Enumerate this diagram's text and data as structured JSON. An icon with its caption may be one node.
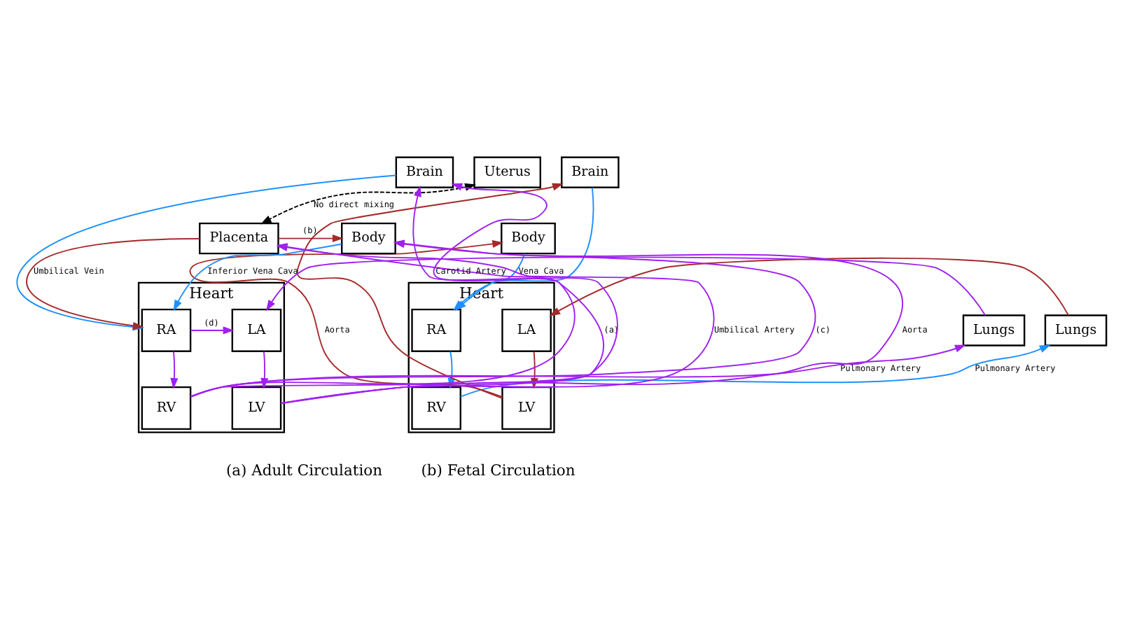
{
  "diagram": {
    "nodes": [
      {
        "text": [
          "Brain"
        ]
      },
      {
        "text": [
          "Body"
        ]
      },
      {
        "text": [
          "Heart"
        ]
      },
      {
        "text": [
          "RA"
        ],
        "in": 2
      },
      {
        "text": [
          "LA"
        ],
        "in": 2
      },
      {
        "text": [
          "RV"
        ],
        "in": 2
      },
      {
        "text": [
          "LV"
        ],
        "in": 2
      },
      {
        "text": [
          "Lungs"
        ]
      },
      {
        "text": [
          "Uterus"
        ]
      },
      {
        "text": [
          "Brain"
        ]
      },
      {
        "text": [
          "Placenta"
        ]
      },
      {
        "text": [
          "Body"
        ]
      },
      {
        "text": [
          "Heart"
        ]
      },
      {
        "text": [
          "RA"
        ],
        "in": 12
      },
      {
        "text": [
          "LA"
        ],
        "in": 12
      },
      {
        "text": [
          "RV"
        ],
        "in": 12
      },
      {
        "text": [
          "LV"
        ],
        "in": 12
      },
      {
        "text": [
          "Lungs"
        ]
      }
    ],
    "edges": [
      {
        "from": 0,
        "to": 3,
        "arrow": "to",
        "color": "#1e90ff"
      },
      {
        "from": 1,
        "to": 3,
        "arrow": "to",
        "label": "Vena Cava",
        "color": "#1e90ff"
      },
      {
        "from": 3,
        "to": 5,
        "arrow": "to",
        "color": "#1e90ff"
      },
      {
        "from": 5,
        "to": 7,
        "arrow": "to",
        "label": "Pulmonary Artery",
        "color": "#1e90ff"
      },
      {
        "from": 7,
        "to": 4,
        "arrow": "to",
        "color": "#a52a2a"
      },
      {
        "from": 4,
        "to": 6,
        "arrow": "to",
        "color": "#a52a2a"
      },
      {
        "from": 6,
        "to": 0,
        "arrow": "to",
        "color": "#a52a2a"
      },
      {
        "from": 6,
        "to": 1,
        "arrow": "to",
        "label": "Aorta",
        "color": "#a52a2a"
      },
      {
        "from": 8,
        "to": 10,
        "arrow": "both",
        "label": "No direct mixing",
        "style": "dashed",
        "color": "#000000"
      },
      {
        "from": 9,
        "to": 13,
        "arrow": "to",
        "color": "#1e90ff"
      },
      {
        "from": 11,
        "to": 13,
        "arrow": "to",
        "label": "Inferior Vena Cava",
        "color": "#1e90ff"
      },
      {
        "from": 10,
        "to": 13,
        "arrow": "to",
        "label": "Umbilical Vein",
        "color": "#a52a2a"
      },
      {
        "from": 10,
        "to": 11,
        "arrow": "to",
        "label": "(b)",
        "color": "#a52a2a"
      },
      {
        "from": 13,
        "to": 14,
        "arrow": "to",
        "label": "(d)"
      },
      {
        "from": 13,
        "to": 15,
        "arrow": "to"
      },
      {
        "from": 14,
        "to": 16,
        "arrow": "to"
      },
      {
        "from": 17,
        "to": 14,
        "arrow": "to"
      },
      {
        "from": 15,
        "to": 17,
        "arrow": "to",
        "label": "Pulmonary Artery"
      },
      {
        "from": 16,
        "to": 9,
        "arrow": "to",
        "label": "Carotid Artery"
      },
      {
        "from": 16,
        "to": 11,
        "arrow": "to",
        "label": "Aorta"
      },
      {
        "from": 16,
        "to": 10,
        "arrow": "to",
        "label": "Umbilical Artery"
      },
      {
        "from": 15,
        "to": 9,
        "arrow": "to"
      },
      {
        "from": 15,
        "to": 11,
        "arrow": "to",
        "label": "(c)"
      },
      {
        "from": 15,
        "to": 10,
        "arrow": "to",
        "label": "(a)"
      }
    ],
    "labels": [
      "(a) Adult Circulation",
      "(b) Fetal Circulation"
    ]
  }
}
